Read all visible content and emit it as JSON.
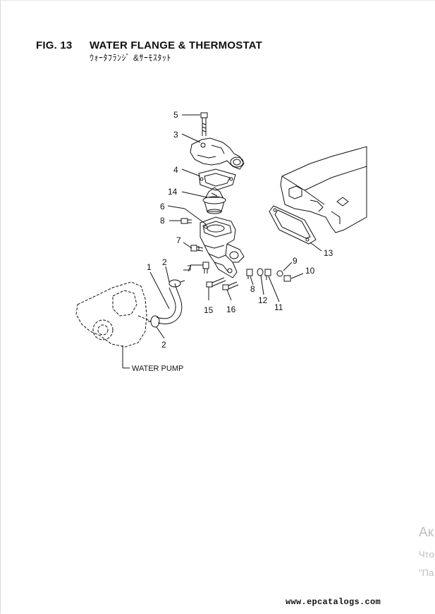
{
  "header": {
    "fig_number": "FIG. 13",
    "title": "WATER FLANGE & THERMOSTAT",
    "subtitle_jp": "ｳｫｰﾀﾌﾗﾝｼﾞ &ｻｰﾓｽﾀｯﾄ"
  },
  "callouts": [
    "5",
    "3",
    "4",
    "14",
    "6",
    "8",
    "7",
    "7",
    "2",
    "1",
    "2",
    "15",
    "16",
    "8",
    "12",
    "11",
    "9",
    "10",
    "13"
  ],
  "water_pump_label": "WATER PUMP",
  "watermark": {
    "line1": "Ак",
    "line2": "Что",
    "line3": "\"Па"
  },
  "footer": {
    "site": "www.epcatalogs.com"
  }
}
